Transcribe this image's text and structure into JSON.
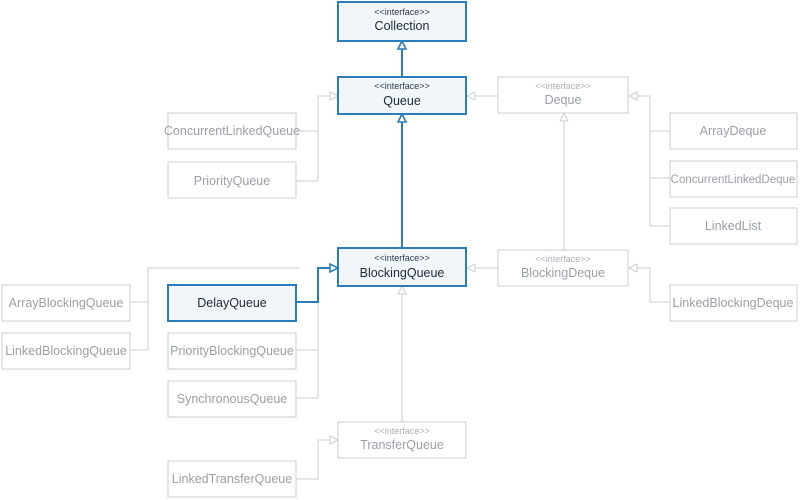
{
  "nodes": {
    "collection": {
      "stereotype": "<<interface>>",
      "name": "Collection"
    },
    "queue": {
      "stereotype": "<<interface>>",
      "name": "Queue"
    },
    "deque": {
      "stereotype": "<<interface>>",
      "name": "Deque"
    },
    "concurrent_linked_queue": {
      "name": "ConcurrentLinkedQueue"
    },
    "priority_queue": {
      "name": "PriorityQueue"
    },
    "array_deque": {
      "name": "ArrayDeque"
    },
    "concurrent_linked_deque": {
      "name": "ConcurrentLinkedDeque"
    },
    "linked_list": {
      "name": "LinkedList"
    },
    "blocking_queue": {
      "stereotype": "<<interface>>",
      "name": "BlockingQueue"
    },
    "blocking_deque": {
      "stereotype": "<<interface>>",
      "name": "BlockingDeque"
    },
    "array_blocking_queue": {
      "name": "ArrayBlockingQueue"
    },
    "delay_queue": {
      "name": "DelayQueue"
    },
    "linked_blocking_deque": {
      "name": "LinkedBlockingDeque"
    },
    "linked_blocking_queue": {
      "name": "LinkedBlockingQueue"
    },
    "priority_blocking_queue": {
      "name": "PriorityBlockingQueue"
    },
    "synchronous_queue": {
      "name": "SynchronousQueue"
    },
    "transfer_queue": {
      "stereotype": "<<interface>>",
      "name": "TransferQueue"
    },
    "linked_transfer_queue": {
      "name": "LinkedTransferQueue"
    }
  },
  "colors": {
    "highlight": "#2a7db8",
    "muted_border": "#c9cdd2",
    "muted_text": "#9aa0a6",
    "highlight_fill": "#f2f6fb"
  }
}
